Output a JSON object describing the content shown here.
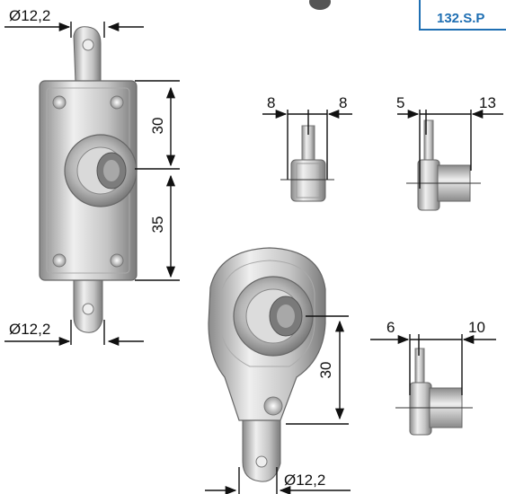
{
  "product_code": "132.S.P",
  "colors": {
    "accent_blue": "#1f6fb3",
    "line": "#111111",
    "metal_light": "#e6e6e6",
    "metal_mid": "#b9b9b9",
    "metal_dark": "#7d7d7d"
  },
  "dimensions": {
    "plate_top_pin_diameter": "Ø12,2",
    "plate_bottom_pin_diameter": "Ø12,2",
    "plate_upper_height": "30",
    "plate_lower_height": "35",
    "side_view_a_left": "8",
    "side_view_a_right": "8",
    "side_view_b_left": "5",
    "side_view_b_right": "13",
    "bracket_height": "30",
    "bracket_pin_diameter": "Ø12,2",
    "side_view_c_left": "6",
    "side_view_c_right": "10"
  }
}
